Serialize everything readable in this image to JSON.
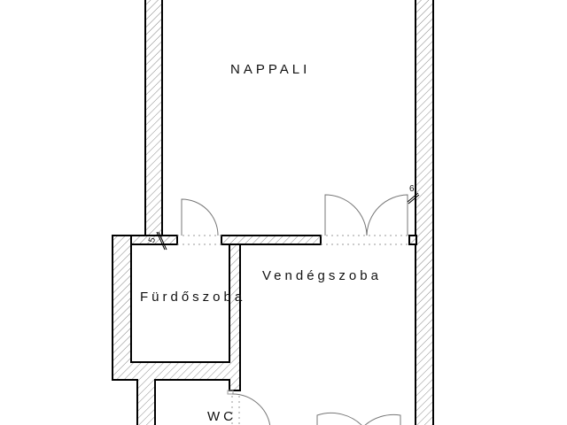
{
  "plan": {
    "rooms": {
      "nappali": "NAPPALI",
      "vendegszoba": "Vendégszoba",
      "furdoszoba": "Fürdőszoba",
      "wc": "WC"
    },
    "markers": {
      "marker_5": "5",
      "marker_6": "6"
    }
  }
}
